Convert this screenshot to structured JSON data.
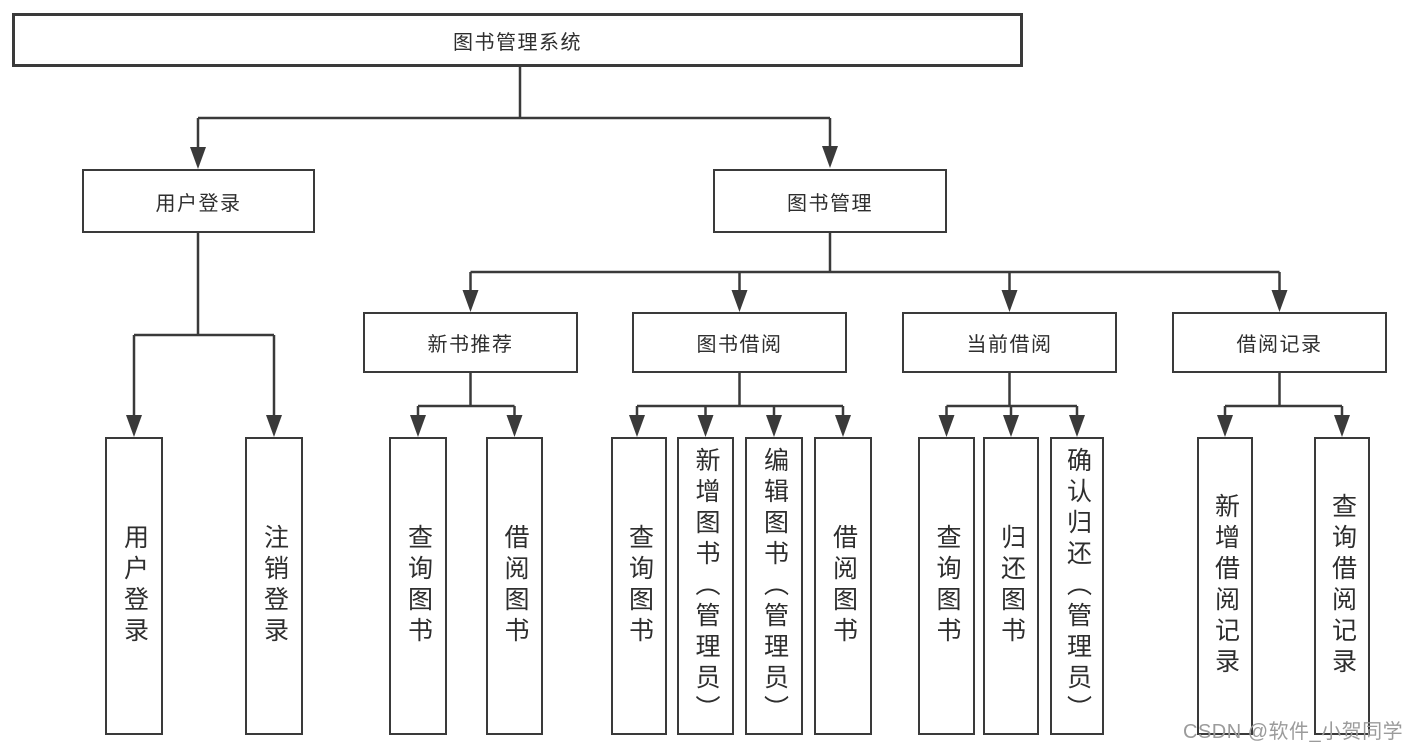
{
  "diagram": {
    "root": {
      "label": "图书管理系统",
      "children": [
        {
          "label": "用户登录",
          "children": [
            {
              "label": "用户登录"
            },
            {
              "label": "注销登录"
            }
          ]
        },
        {
          "label": "图书管理",
          "children": [
            {
              "label": "新书推荐",
              "children": [
                {
                  "label": "查询图书"
                },
                {
                  "label": "借阅图书"
                }
              ]
            },
            {
              "label": "图书借阅",
              "children": [
                {
                  "label": "查询图书"
                },
                {
                  "label": "新增图书（管理员）"
                },
                {
                  "label": "编辑图书（管理员）"
                },
                {
                  "label": "借阅图书"
                }
              ]
            },
            {
              "label": "当前借阅",
              "children": [
                {
                  "label": "查询图书"
                },
                {
                  "label": "归还图书"
                },
                {
                  "label": "确认归还（管理员）"
                }
              ]
            },
            {
              "label": "借阅记录",
              "children": [
                {
                  "label": "新增借阅记录"
                },
                {
                  "label": "查询借阅记录"
                }
              ]
            }
          ]
        }
      ]
    },
    "watermark": "CSDN @软件_小贺同学",
    "colors": {
      "line": "#3a3a3a",
      "box_border": "#3a3a3a",
      "box_fill": "#ffffff",
      "text": "#2e2e2e",
      "watermark_text": "#9b9b9b",
      "background": "#ffffff"
    }
  }
}
